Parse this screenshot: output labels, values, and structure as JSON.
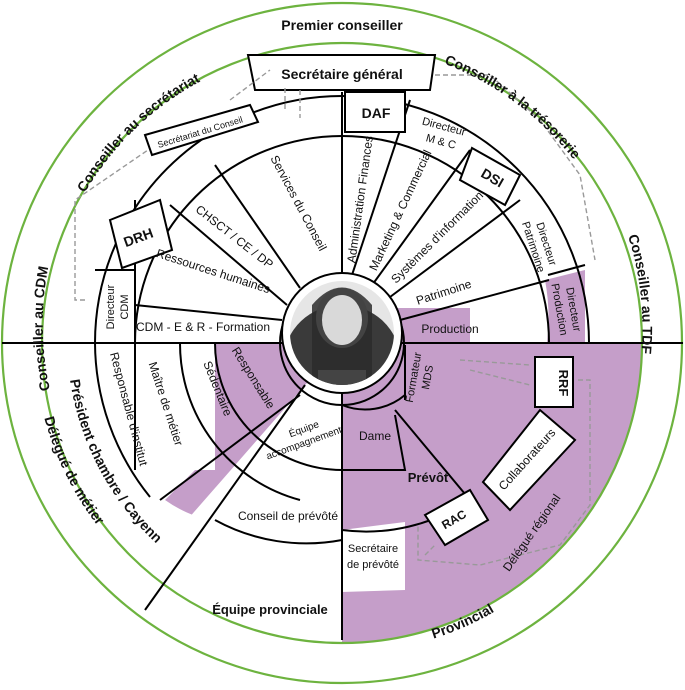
{
  "colors": {
    "accent": "#c59ec9",
    "ring": "#6db33f",
    "line": "#000000"
  },
  "outer_labels": {
    "top": "Premier conseiller",
    "top_left": "Conseiller au secrétariat",
    "top_right": "Conseiller à la trésorerie",
    "left": "Conseiller au CDM",
    "right": "Conseiller au TDF",
    "bottom_left_1": "Délégué de métier",
    "bottom_left_2": "Président chambre / Cayenne",
    "bottom_right": "Provincial"
  },
  "top_box": {
    "secretaire": "Secrétaire général",
    "secretariat": "Secrétariat du Conseil"
  },
  "inner_upper": {
    "services": "Services du Conseil",
    "chsct": "CHSCT / CE / DP",
    "rh": "Ressources humaines",
    "cdm": "CDM - E & R - Formation",
    "drh": "DRH",
    "dir_cdm_1": "Directeur",
    "dir_cdm_2": "CDM",
    "admin": "Administration Finances",
    "marketing": "Marketing & Commercial",
    "si": "Systèmes d'information",
    "patrimoine": "Patrimoine",
    "production": "Production",
    "daf": "DAF",
    "dir_mc_1": "Directeur",
    "dir_mc_2": "M & C",
    "dsi": "DSI",
    "dir_pat_1": "Directeur",
    "dir_pat_2": "Patrimoine",
    "dir_prod_1": "Directeur",
    "dir_prod_2": "Production"
  },
  "inner_lower": {
    "responsable": "Responsable",
    "sedentaire": "Sédentaire",
    "maitre": "Maître de métier",
    "resp_institut": "Responsable d'institut",
    "equipe_acc_1": "Équipe",
    "equipe_acc_2": "accompagnement",
    "conseil_prevote": "Conseil de prévôté",
    "equipe_prov": "Équipe provinciale",
    "formateur_1": "Formateur",
    "formateur_2": "MDS",
    "dame": "Dame",
    "prevot": "Prévôt",
    "rrf": "RRF",
    "collaborateurs": "Collaborateurs",
    "rac": "RAC",
    "secretaire_prev_1": "Secrétaire",
    "secretaire_prev_2": "de prévôté",
    "delegue_regional": "Délégué régional"
  },
  "center": {
    "photo": "portrait-photo"
  }
}
